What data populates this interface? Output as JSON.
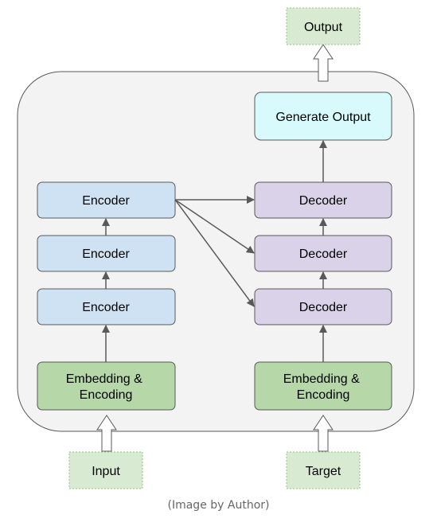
{
  "diagram": {
    "input_label": "Input",
    "target_label": "Target",
    "output_label": "Output",
    "encoder_embedding_label": [
      "Embedding &",
      "Encoding"
    ],
    "decoder_embedding_label": [
      "Embedding &",
      "Encoding"
    ],
    "encoders": [
      "Encoder",
      "Encoder",
      "Encoder"
    ],
    "decoders": [
      "Decoder",
      "Decoder",
      "Decoder"
    ],
    "generate_output_label": "Generate Output"
  },
  "caption": "(Image by Author)",
  "colors": {
    "encoder_fill": "#cfe2f3",
    "decoder_fill": "#d9d2e9",
    "embedding_fill": "#b6d7a8",
    "generate_fill": "#d9fafd",
    "io_fill": "#d9ead3",
    "container_fill": "#f3f3f3",
    "stroke": "#595959"
  }
}
